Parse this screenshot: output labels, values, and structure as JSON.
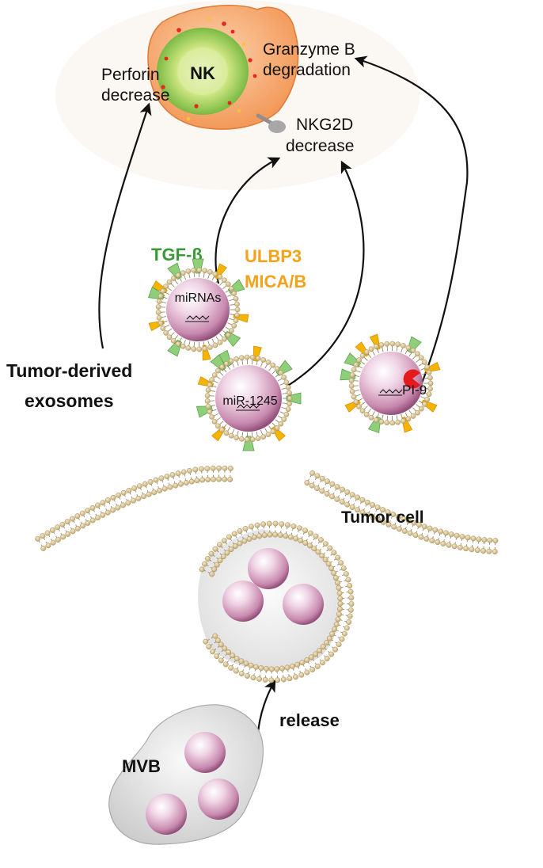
{
  "labels": {
    "nk": "NK",
    "perforin": [
      "Perforin",
      "decrease"
    ],
    "granzyme": [
      "Granzyme B",
      "degradation"
    ],
    "nkg2d": [
      "NKG2D",
      "decrease"
    ],
    "tgf": "TGF-β",
    "ulbp3": "ULBP3",
    "mica": "MICA/B",
    "mirnas": "miRNAs",
    "mir1245": "miR-1245",
    "pi9": "PI-9",
    "exosomes": [
      "Tumor-derived",
      "exosomes"
    ],
    "tumor_cell": "Tumor cell",
    "release": "release",
    "mvb": "MVB"
  },
  "colors": {
    "nk_body": "#f4a35f",
    "nk_nucleus": "#8dc63f",
    "tgf_green": "#3a9a35",
    "ulbp_orange": "#f5a11a",
    "vesicle_pink": "#e2b8d0",
    "membrane_bead": "#d8c48e"
  }
}
